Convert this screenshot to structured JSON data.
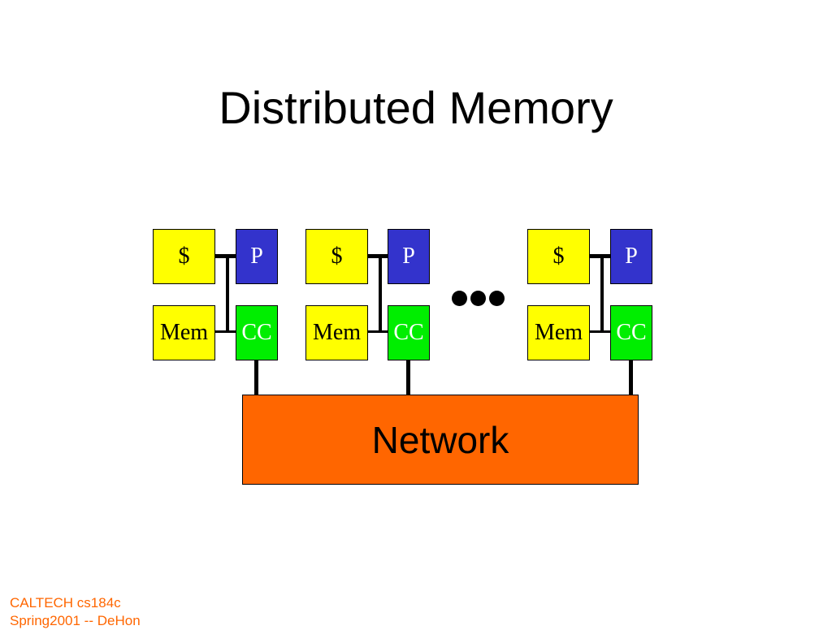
{
  "slide": {
    "title": "Distributed Memory"
  },
  "diagram": {
    "nodes": [
      {
        "cache_label": "$",
        "processor_label": "P",
        "memory_label": "Mem",
        "controller_label": "CC"
      },
      {
        "cache_label": "$",
        "processor_label": "P",
        "memory_label": "Mem",
        "controller_label": "CC"
      },
      {
        "cache_label": "$",
        "processor_label": "P",
        "memory_label": "Mem",
        "controller_label": "CC"
      }
    ],
    "network_label": "Network",
    "colors": {
      "cache": "#ffff00",
      "memory": "#ffff00",
      "processor": "#3333cc",
      "controller": "#00ee00",
      "network": "#ff6600",
      "wire": "#000000"
    }
  },
  "footer": {
    "line1": "CALTECH cs184c",
    "line2": "Spring2001 -- DeHon",
    "color": "#ff6600"
  }
}
